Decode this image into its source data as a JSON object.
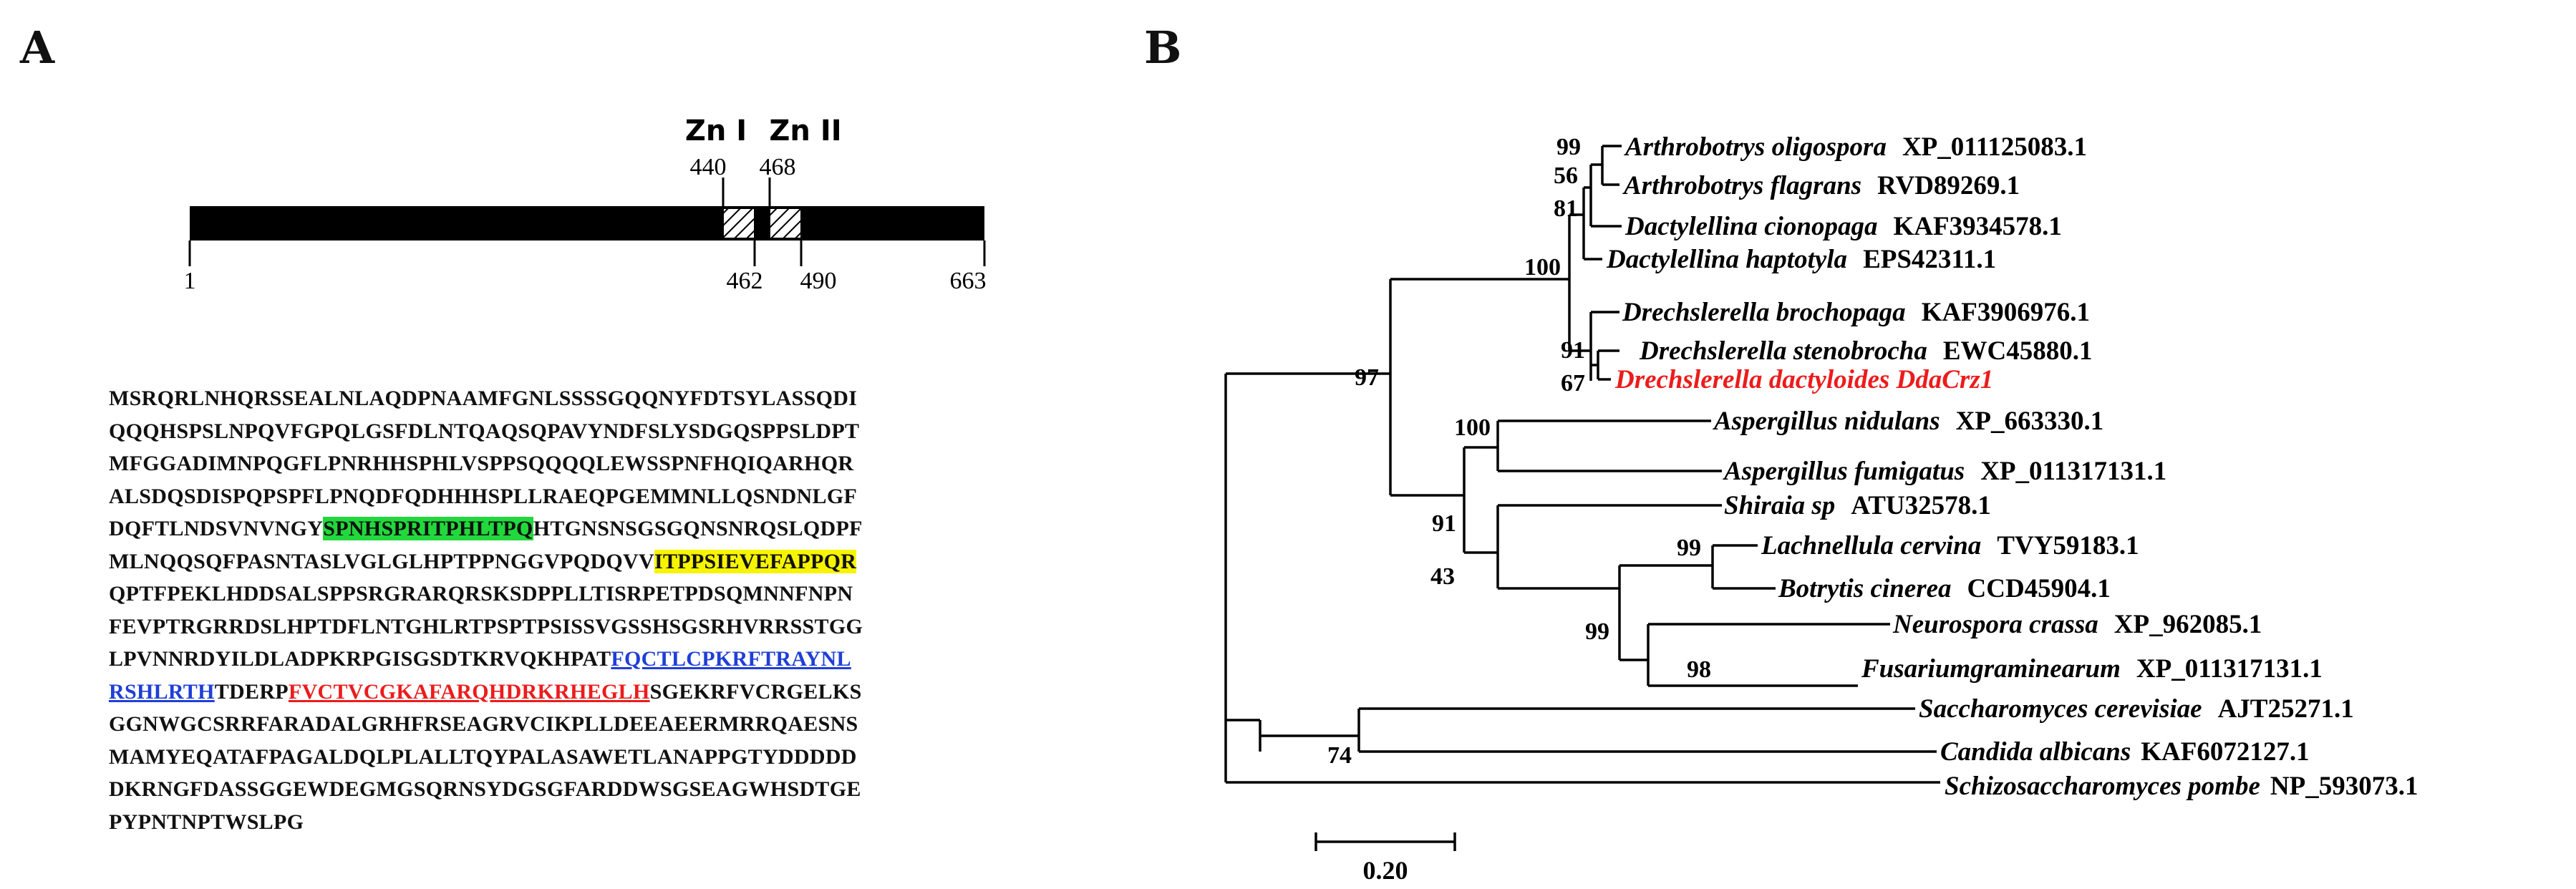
{
  "panels": {
    "a": "A",
    "b": "B"
  },
  "domain_map": {
    "start": 1,
    "end": 663,
    "zinc_fingers": [
      {
        "label": "Zn I",
        "start": 440,
        "end": 462
      },
      {
        "label": "Zn II",
        "start": 468,
        "end": 490
      }
    ],
    "ticks_top": [
      "440",
      "468"
    ],
    "ticks_bottom": [
      "1",
      "462",
      "490",
      "663"
    ]
  },
  "sequence_lines": [
    [
      {
        "t": "MSRQRLNHQRSSEALNLAQDPNAAMFGNLSSSSGQQNYFDTSYLASSQDI"
      }
    ],
    [
      {
        "t": "QQQHSPSLNPQVFGPQLGSFDLNTQAQSQPAVYNDFSLYSDGQSPPSLDPT"
      }
    ],
    [
      {
        "t": "MFGGADIMNPQGFLPNRHHSPHLVSPPSQQQQLEWSSPNFHQIQARHQR"
      }
    ],
    [
      {
        "t": "ALSDQSDISPQPSPFLPNQDFQDHHHSPLLRAEQPGEMMNLLQSNDNLGF"
      }
    ],
    [
      {
        "t": "DQFTLNDSVNVNGY"
      },
      {
        "t": "SPNHSPRITPHLTPQ",
        "s": "green"
      },
      {
        "t": "HTGNSNSGSGQNSNRQSLQDPF"
      }
    ],
    [
      {
        "t": "MLNQQSQFPASNTASLVGLGLHPTPPNGGVPQDQVV"
      },
      {
        "t": "ITPPSIEVEFAPPQR",
        "s": "yellow"
      }
    ],
    [
      {
        "t": "QPTFPEKLHDDSALSPPSRGRARQRSKSDPPLLTISRPETPDSQMNNFNPN"
      }
    ],
    [
      {
        "t": "FEVPTRGRRDSLHPTDFLNTGHLRTPSPTPSISSVGSSHSGSRHVRRSSTGG"
      }
    ],
    [
      {
        "t": "LPVNNRDYILDLADPKRPGISGSDTKRVQKHPAT"
      },
      {
        "t": "FQCTLCPKRFTRAYNL",
        "s": "blue"
      }
    ],
    [
      {
        "t": "RSHLRTH",
        "s": "blue"
      },
      {
        "t": "TDERP"
      },
      {
        "t": "FVCTVCGKAFARQHDRKRHEGLH",
        "s": "red"
      },
      {
        "t": "SGEKRFVCRGELKS"
      }
    ],
    [
      {
        "t": "GGNWGCSRRFARADALGRHFRSEAGRVCIKPLLDEEAEERMRRQAESNS"
      }
    ],
    [
      {
        "t": "MAMYEQATAFPAGALDQLPLALLTQYPALASAWETLANAPPGTYDDDDD"
      }
    ],
    [
      {
        "t": "DKRNGFDASSGGEWDEGMGSQRNSYDGSGFARDDWSGSEAGWHSDTGE"
      }
    ],
    [
      {
        "t": "PYPNTNPTWSLPG"
      }
    ]
  ],
  "tree": {
    "taxa": [
      {
        "species": "Arthrobotrys oligospora",
        "accession": "XP_011125083.1"
      },
      {
        "species": "Arthrobotrys flagrans",
        "accession": "RVD89269.1"
      },
      {
        "species": "Dactylellina cionopaga",
        "accession": "KAF3934578.1"
      },
      {
        "species": "Dactylellina haptotyla",
        "accession": "EPS42311.1"
      },
      {
        "species": "Drechslerella brochopaga",
        "accession": "KAF3906976.1"
      },
      {
        "species": "Drechslerella stenobrocha",
        "accession": "EWC45880.1"
      },
      {
        "species": "Drechslerella dactyloides DdaCrz1",
        "accession": "",
        "highlight": true
      },
      {
        "species": "Aspergillus nidulans",
        "accession": "XP_663330.1"
      },
      {
        "species": "Aspergillus fumigatus",
        "accession": "XP_011317131.1"
      },
      {
        "species": "Shiraia sp",
        "accession": "ATU32578.1"
      },
      {
        "species": "Lachnellula cervina",
        "accession": "TVY59183.1"
      },
      {
        "species": "Botrytis cinerea",
        "accession": "CCD45904.1"
      },
      {
        "species": "Neurospora crassa",
        "accession": "XP_962085.1"
      },
      {
        "species": "Fusariumgraminearum",
        "accession": "XP_011317131.1"
      },
      {
        "species": "Saccharomyces cerevisiae",
        "accession": "AJT25271.1"
      },
      {
        "species": "Candida albicans",
        "accession": "KAF6072127.1"
      },
      {
        "species": "Schizosaccharomyces pombe",
        "accession": "NP_593073.1"
      }
    ],
    "bootstrap": [
      "99",
      "56",
      "81",
      "100",
      "91",
      "67",
      "97",
      "100",
      "91",
      "43",
      "99",
      "99",
      "98",
      "74"
    ],
    "scale_bar": "0.20"
  },
  "colors": {
    "highlight_taxon": "#ec1c1c",
    "motif_green": "#22d83c",
    "motif_yellow": "#f7f400",
    "motif_blue": "#1f3fd6",
    "motif_red": "#ec1c1c"
  }
}
